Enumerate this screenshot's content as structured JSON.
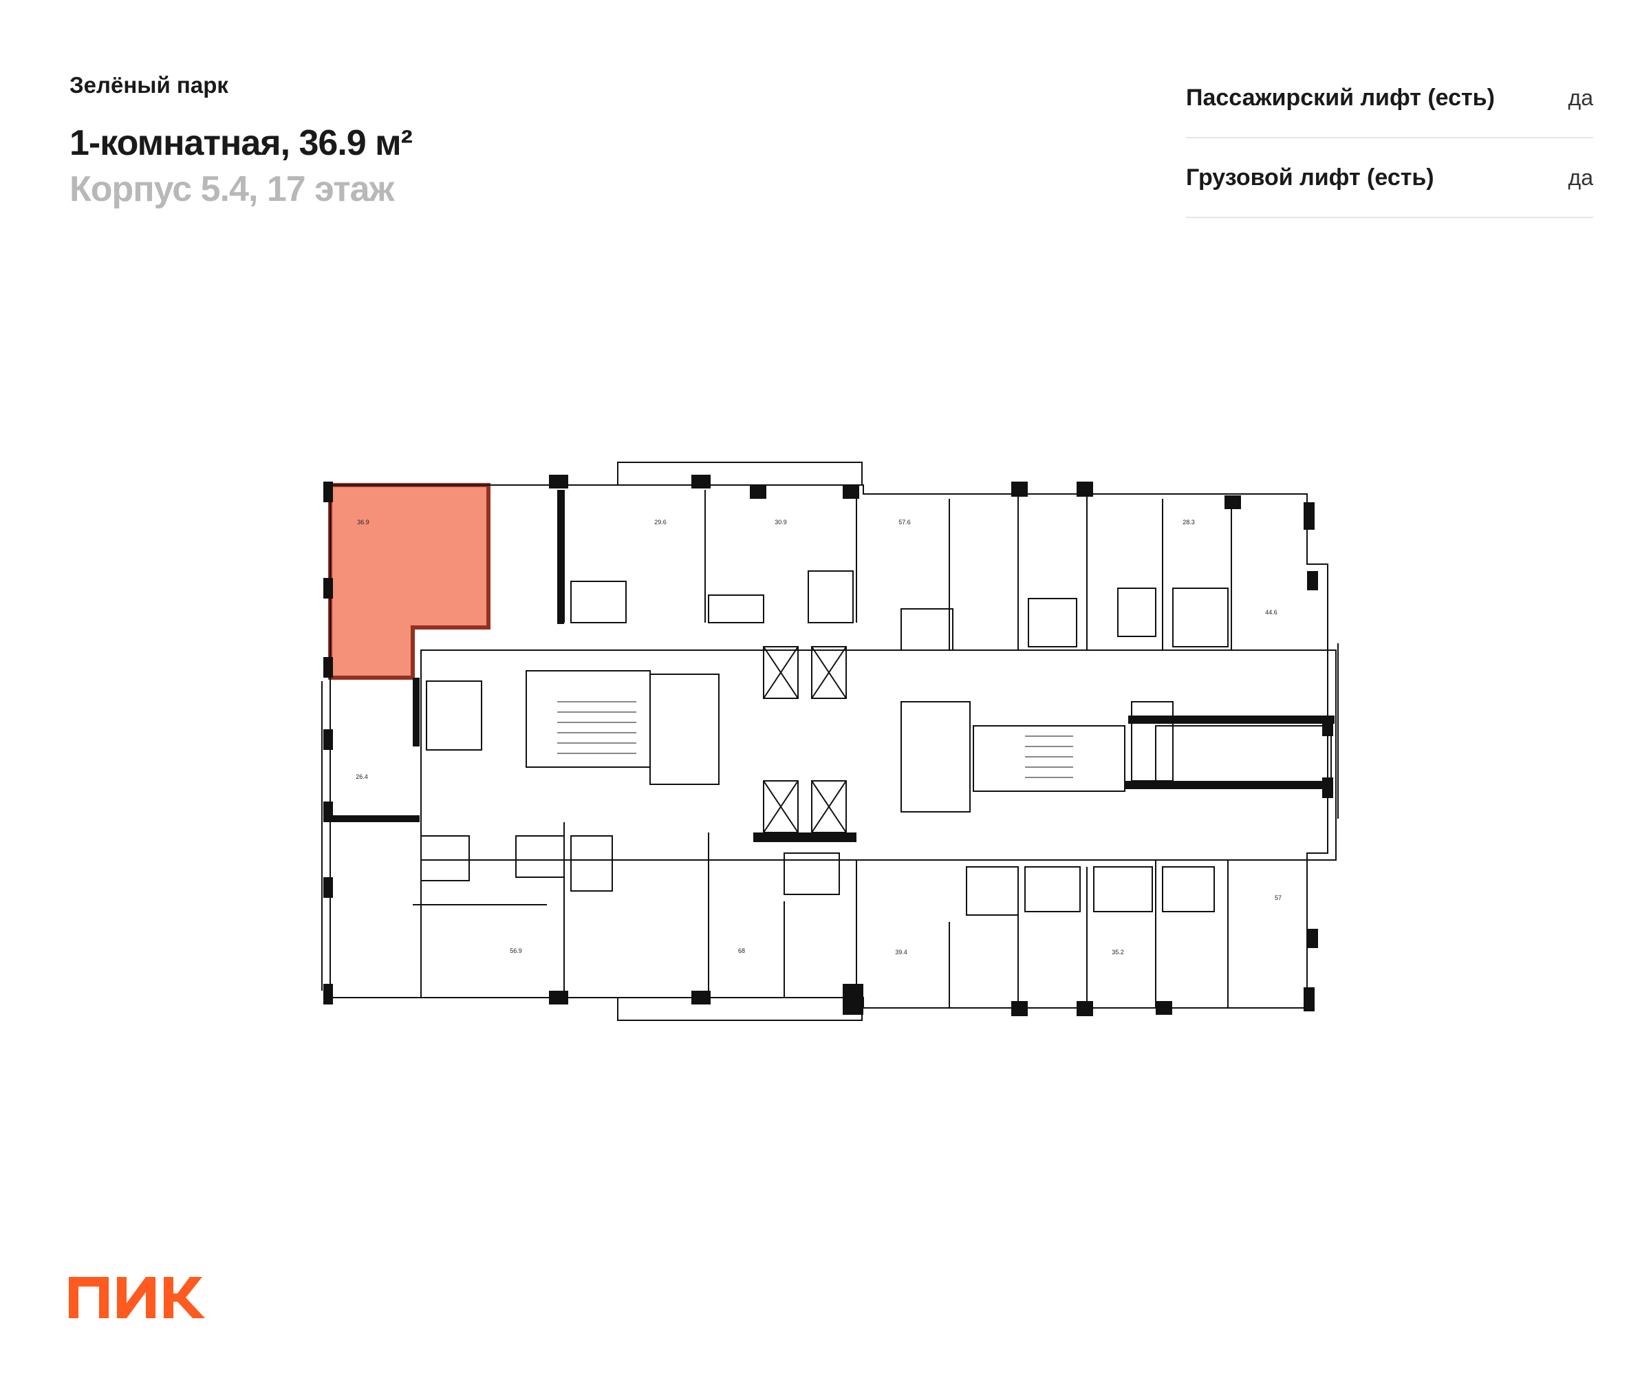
{
  "header": {
    "project_name": "Зелёный парк",
    "apartment_title": "1-комнатная, 36.9 м²",
    "building_floor": "Корпус 5.4, 17 этаж"
  },
  "features": [
    {
      "label": "Пассажирский лифт (есть)",
      "value": "да"
    },
    {
      "label": "Грузовой лифт (есть)",
      "value": "да"
    }
  ],
  "plan": {
    "highlight_color": "#f5866a",
    "highlight_border": "#8a1a0a",
    "apartment_areas": [
      "36.9",
      "29.6",
      "30.9",
      "57.6",
      "28.3",
      "44.6",
      "26.4",
      "56.9",
      "68",
      "39.4",
      "35.2",
      "57"
    ]
  },
  "logo": {
    "text": "ПИК",
    "color": "#ff5a1f"
  }
}
